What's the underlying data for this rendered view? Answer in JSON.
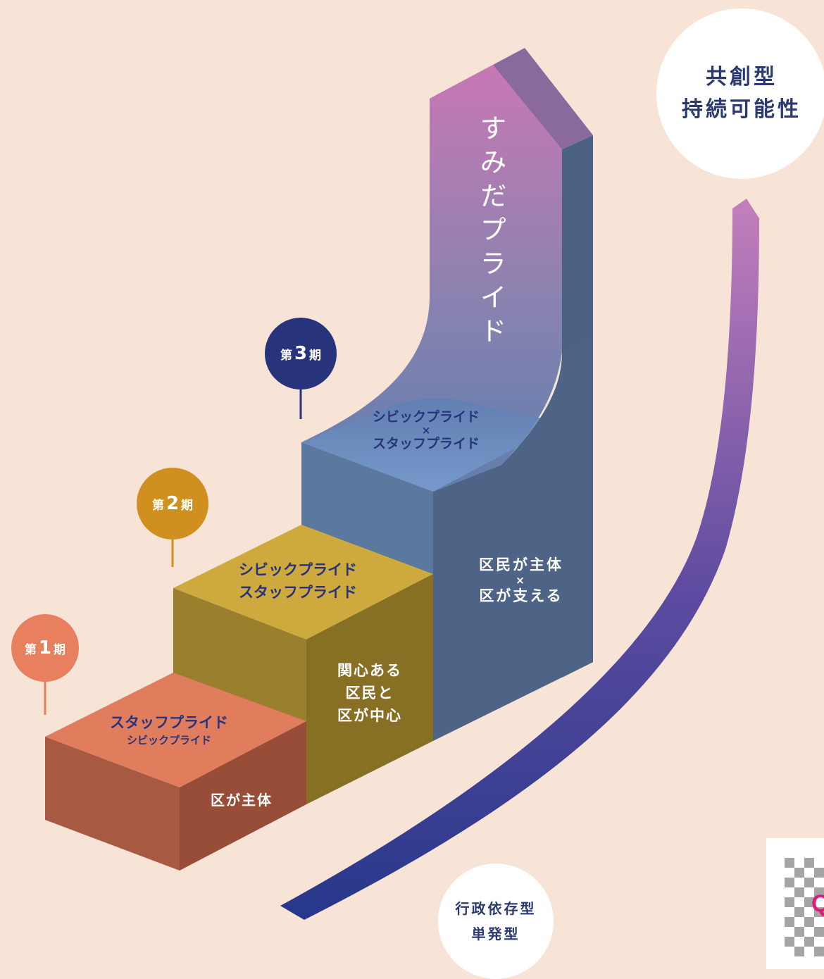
{
  "arrow_title": "すみだプライド",
  "top_circle": {
    "line1": "共創型",
    "line2": "持続可能性"
  },
  "bottom_circle": {
    "line1": "行政依存型",
    "line2": "単発型"
  },
  "phases": [
    {
      "prefix": "第",
      "number": "1",
      "suffix": "期",
      "color": "#e88060"
    },
    {
      "prefix": "第",
      "number": "2",
      "suffix": "期",
      "color": "#d09020"
    },
    {
      "prefix": "第",
      "number": "3",
      "suffix": "期",
      "color": "#27347c"
    }
  ],
  "step1": {
    "top_line1": "スタッフプライド",
    "top_line2": "シビックプライド",
    "front": "区が主体"
  },
  "step2": {
    "top_line1": "シビックプライド",
    "top_line2": "スタッフプライド",
    "front_line1": "関心ある",
    "front_line2": "区民と",
    "front_line3": "区が中心"
  },
  "step3": {
    "top_line1": "シビックプライド",
    "top_line2": "×",
    "top_line3": "スタッフプライド",
    "front_line1": "区民が主体",
    "front_line2": "×",
    "front_line3": "区が支える"
  },
  "qr_letter": "Q",
  "colors": {
    "background": "#f8e4d6",
    "text_dark": "#2a3a6e",
    "accent_pink": "#e0197d"
  }
}
